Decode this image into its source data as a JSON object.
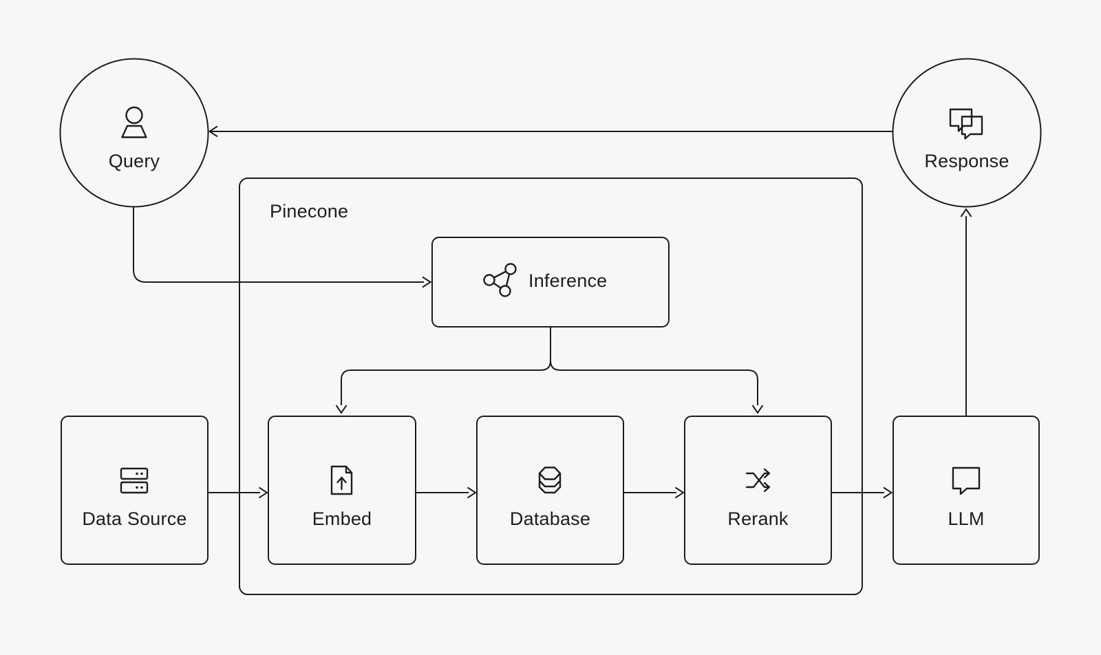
{
  "diagram": {
    "colors": {
      "background": "#f7f7f5",
      "line": "#1d1d1b",
      "text": "#1d1d1b"
    },
    "nodes": {
      "query": {
        "label": "Query",
        "icon": "user-icon",
        "shape": "circle"
      },
      "response": {
        "label": "Response",
        "icon": "chat-bubbles-icon",
        "shape": "circle"
      },
      "pinecone": {
        "label": "Pinecone",
        "shape": "container"
      },
      "inference": {
        "label": "Inference",
        "icon": "network-icon",
        "shape": "box"
      },
      "data_source": {
        "label": "Data Source",
        "icon": "server-icon",
        "shape": "box"
      },
      "embed": {
        "label": "Embed",
        "icon": "file-upload-icon",
        "shape": "box"
      },
      "database": {
        "label": "Database",
        "icon": "database-icon",
        "shape": "box"
      },
      "rerank": {
        "label": "Rerank",
        "icon": "shuffle-icon",
        "shape": "box"
      },
      "llm": {
        "label": "LLM",
        "icon": "chat-bubble-icon",
        "shape": "box"
      }
    },
    "edges": [
      {
        "from": "response",
        "to": "query"
      },
      {
        "from": "query",
        "to": "inference"
      },
      {
        "from": "inference",
        "to": "embed"
      },
      {
        "from": "inference",
        "to": "rerank"
      },
      {
        "from": "data_source",
        "to": "embed"
      },
      {
        "from": "embed",
        "to": "database"
      },
      {
        "from": "database",
        "to": "rerank"
      },
      {
        "from": "rerank",
        "to": "llm"
      },
      {
        "from": "llm",
        "to": "response"
      }
    ]
  }
}
